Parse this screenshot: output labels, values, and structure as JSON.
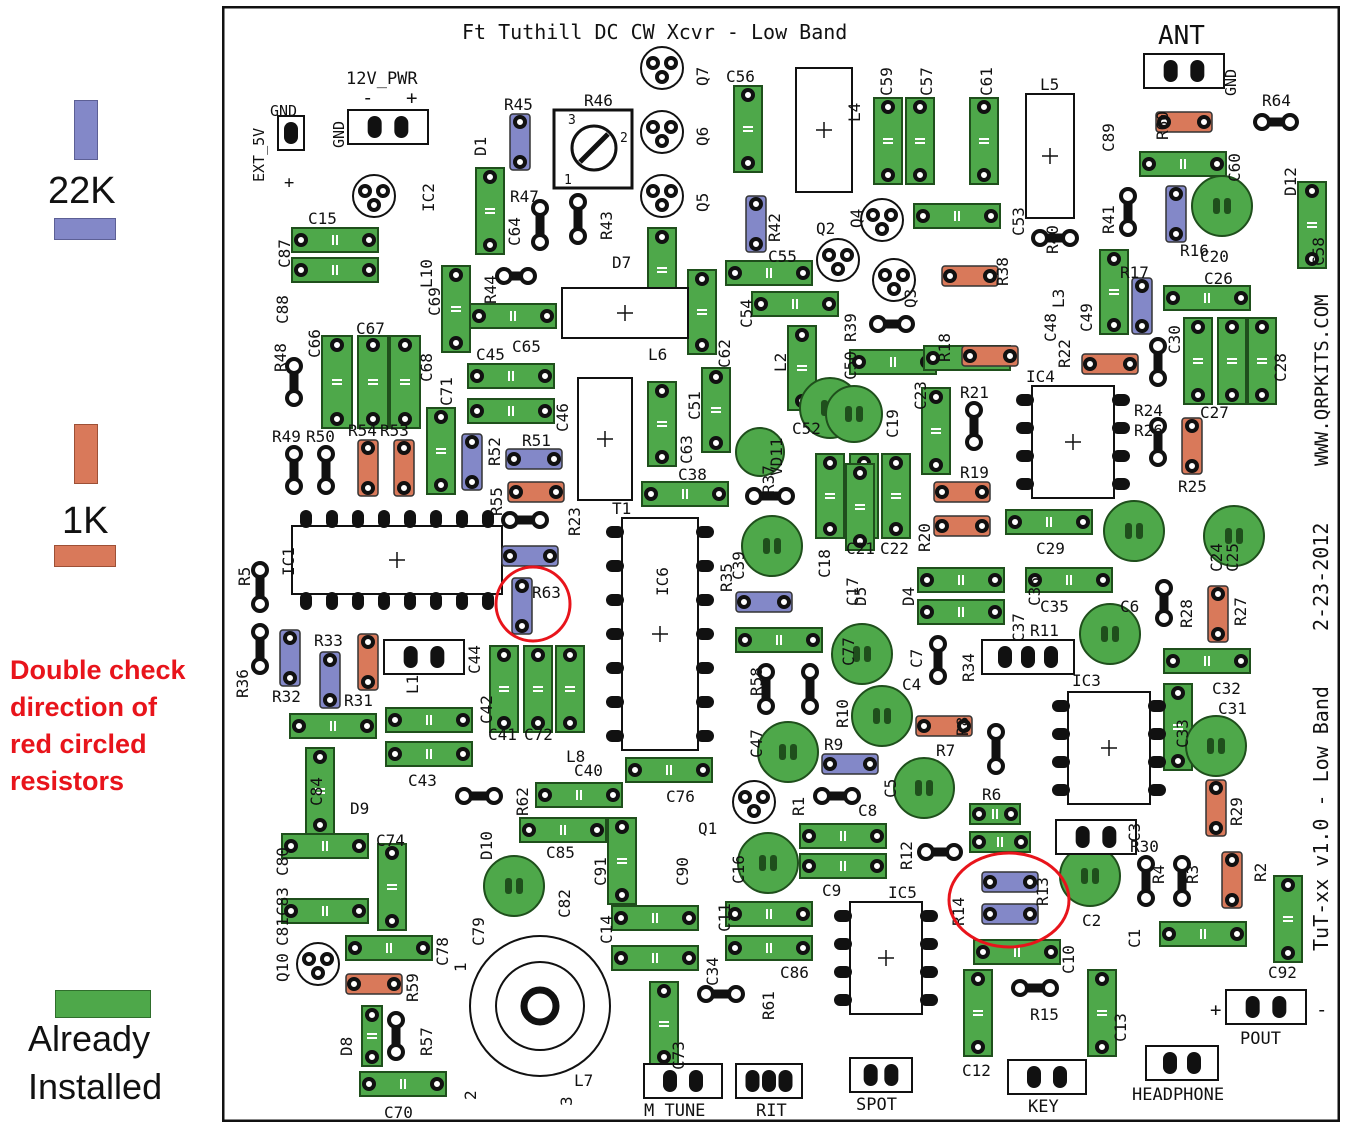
{
  "legend": {
    "resistor_22k_label": "22K",
    "resistor_1k_label": "1K",
    "already_installed_label_line1": "Already",
    "already_installed_label_line2": "Installed",
    "note_lines": [
      "Double check",
      "direction of",
      "red circled",
      "resistors"
    ],
    "colors": {
      "resistor_22k": "#8388c8",
      "resistor_1k": "#d9795a",
      "already_installed": "#4ea84a",
      "note": "#e8141b"
    }
  },
  "board": {
    "title": "Ft Tuthill DC CW Xcvr - Low Band",
    "website": "WWW.QRPKITS.COM",
    "date": "2-23-2012",
    "version": "TuT-xx v1.0 - Low Band",
    "connectors": {
      "ant": "ANT",
      "ant_gnd": "GND",
      "pwr": "12V_PWR",
      "pwr_minus": "-",
      "pwr_plus": "+",
      "pwr_gnd": "GND",
      "ext5v": "EXT_5V",
      "ext5v_gnd": "GND",
      "ext5v_plus": "+",
      "m_tune": "M_TUNE",
      "rit": "RIT",
      "spot": "SPOT",
      "key": "KEY",
      "headphone": "HEADPHONE",
      "pout": "POUT",
      "pout_plus": "+",
      "pout_minus": "-"
    },
    "ic_labels": [
      "IC1",
      "IC2",
      "IC3",
      "IC4",
      "IC5",
      "IC6"
    ],
    "inductor_labels": [
      "L1",
      "L2",
      "L3",
      "L4",
      "L5",
      "L6",
      "L7",
      "L8",
      "L10",
      "T1"
    ],
    "transistor_labels": [
      "Q1",
      "Q2",
      "Q3",
      "Q4",
      "Q5",
      "Q6",
      "Q7",
      "Q10"
    ],
    "diode_labels": [
      "D1",
      "D4",
      "D5",
      "D7",
      "D8",
      "D9",
      "D10",
      "D11",
      "D12"
    ],
    "varactor_label": "VD11",
    "pot_label": "R46",
    "pot_pins": [
      "1",
      "2",
      "3"
    ],
    "tuning_cap_pins": [
      "1",
      "2",
      "3"
    ],
    "resistors_22k": [
      "R45",
      "R42",
      "R16",
      "R17",
      "R52",
      "R51",
      "R55",
      "R63",
      "R32",
      "R33",
      "R35",
      "R9",
      "R13",
      "R14"
    ],
    "resistors_1k": [
      "R60",
      "R38",
      "R18",
      "R22",
      "R25",
      "R54",
      "R53",
      "R23",
      "R31",
      "R59",
      "R19",
      "R20",
      "R7",
      "R27",
      "R29",
      "R2"
    ],
    "other_resistor_labels": [
      "R64",
      "R40",
      "R41",
      "R24",
      "R26",
      "R21",
      "R39",
      "R44",
      "R43",
      "R47",
      "R48",
      "R49",
      "R50",
      "R5",
      "R36",
      "R57",
      "R62",
      "R1",
      "R58",
      "R10",
      "R8",
      "R6",
      "R12",
      "R15",
      "R61",
      "R34",
      "R11",
      "R28",
      "R30",
      "R4",
      "R3",
      "R37"
    ],
    "capacitor_labels": [
      "C15",
      "C87",
      "C88",
      "C66",
      "C67",
      "C68",
      "C69",
      "C64",
      "C65",
      "C45",
      "C71",
      "C46",
      "C56",
      "C59",
      "C57",
      "C61",
      "C89",
      "C60",
      "C58",
      "C53",
      "C55",
      "C54",
      "C62",
      "C52",
      "C50",
      "C51",
      "C63",
      "C38",
      "C49",
      "C26",
      "C30",
      "C27",
      "C28",
      "C48",
      "C23",
      "C19",
      "C29",
      "C24",
      "C25",
      "C18",
      "C21",
      "C22",
      "C36",
      "C37",
      "C35",
      "C6",
      "C32",
      "C33",
      "C31",
      "C77",
      "C7",
      "C4",
      "C47",
      "C5",
      "C8",
      "C3",
      "C2",
      "C1",
      "C92",
      "C10",
      "C9",
      "C12",
      "C13",
      "C11",
      "C86",
      "C34",
      "C14",
      "C73",
      "C90",
      "C91",
      "C16",
      "C82",
      "C85",
      "C76",
      "C40",
      "C72",
      "C41",
      "C42",
      "C44",
      "C43",
      "C84",
      "C80",
      "C83",
      "C81",
      "C79",
      "C78",
      "C74",
      "C70",
      "C39",
      "C20",
      "C17"
    ]
  }
}
